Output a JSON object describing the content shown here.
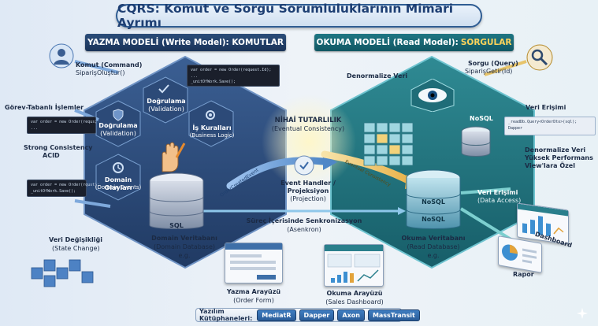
{
  "title": "CQRS: Komut ve Sorgu Sorumluluklarının Mimari Ayrımı",
  "write_model": {
    "banner": "YAZMA MODELİ (Write Model): KOMUTLAR",
    "command_title": "Komut (Command)",
    "command_name": "SiparişOluştur()",
    "task_ops": "Görev-Tabanlı İşlemler",
    "consistency_title": "Strong Consistency",
    "consistency_sub": "ACID",
    "validation_a_title": "Doğrulama",
    "validation_a_sub": "(Validation)",
    "validation_b_title": "Doğrulama",
    "validation_b_sub": "(Validation)",
    "business_title": "İş Kuralları",
    "business_sub": "(Business Logic)",
    "domain_events_title": "Domain Olayları",
    "domain_events_sub": "(Domain Events)",
    "state_change_title": "Veri Değişikliği",
    "state_change_sub": "(State Change)",
    "db_label": "SQL",
    "db_title": "Domain Veritabanı",
    "db_sub": "(Domain Database)",
    "db_eg": "e.g.",
    "ui_title": "Yazma Arayüzü",
    "ui_sub": "(Order Form)",
    "code_top": "var order = new Order(request.Id);\n...\n_unitOfWork.Save();",
    "code_mid": "var order = new Order(requs;\n...",
    "code_low": "var order = new Order(rqust);\n_unitOfWork.Save();"
  },
  "middle": {
    "final_title": "NİHAİ TUTARLILIK",
    "final_sub": "(Eventual Consistency)",
    "event_created": "OrderCreatedEvent",
    "handler_title": "Event Handler /",
    "handler_title2": "Projeksiyon",
    "handler_sub": "(Projection)",
    "sync_title": "Süreç İçerisinde Senkronizasyon",
    "sync_sub": "(Asenkron)",
    "eventual_arrow": "Eventual Consistency"
  },
  "read_model": {
    "banner_prefix": "OKUMA MODELİ (Read Model):",
    "banner_highlight": "SORGULAR",
    "query_title": "Sorgu (Query)",
    "query_name": "SiparişGetir(Id)",
    "denormalize": "Denormalize Veri",
    "data_access_title": "Veri Erişimi",
    "data_access_code": "_readDb.Query<OrderDto>(sql);\nDapper",
    "denorm_views": "Denormalize Veri\nYüksek Performans\nView'lara Özel",
    "nosql_top": "NoSQL",
    "nosql_a": "NoSQL",
    "nosql_b": "NoSQL",
    "data_access2_title": "Veri Erişimi",
    "data_access2_sub": "(Data Access)",
    "db_title": "Okuma Veritabanı",
    "db_sub": "(Read Database)",
    "db_eg": "e.g.",
    "dashboard": "Dashboard",
    "report": "Rapor",
    "ui_title": "Okuma Arayüzü",
    "ui_sub": "(Sales Dashboard)"
  },
  "libraries": {
    "label": "Yazılım Kütüphaneleri:",
    "items": [
      "MediatR",
      "Dapper",
      "Axon",
      "MassTransit"
    ]
  }
}
